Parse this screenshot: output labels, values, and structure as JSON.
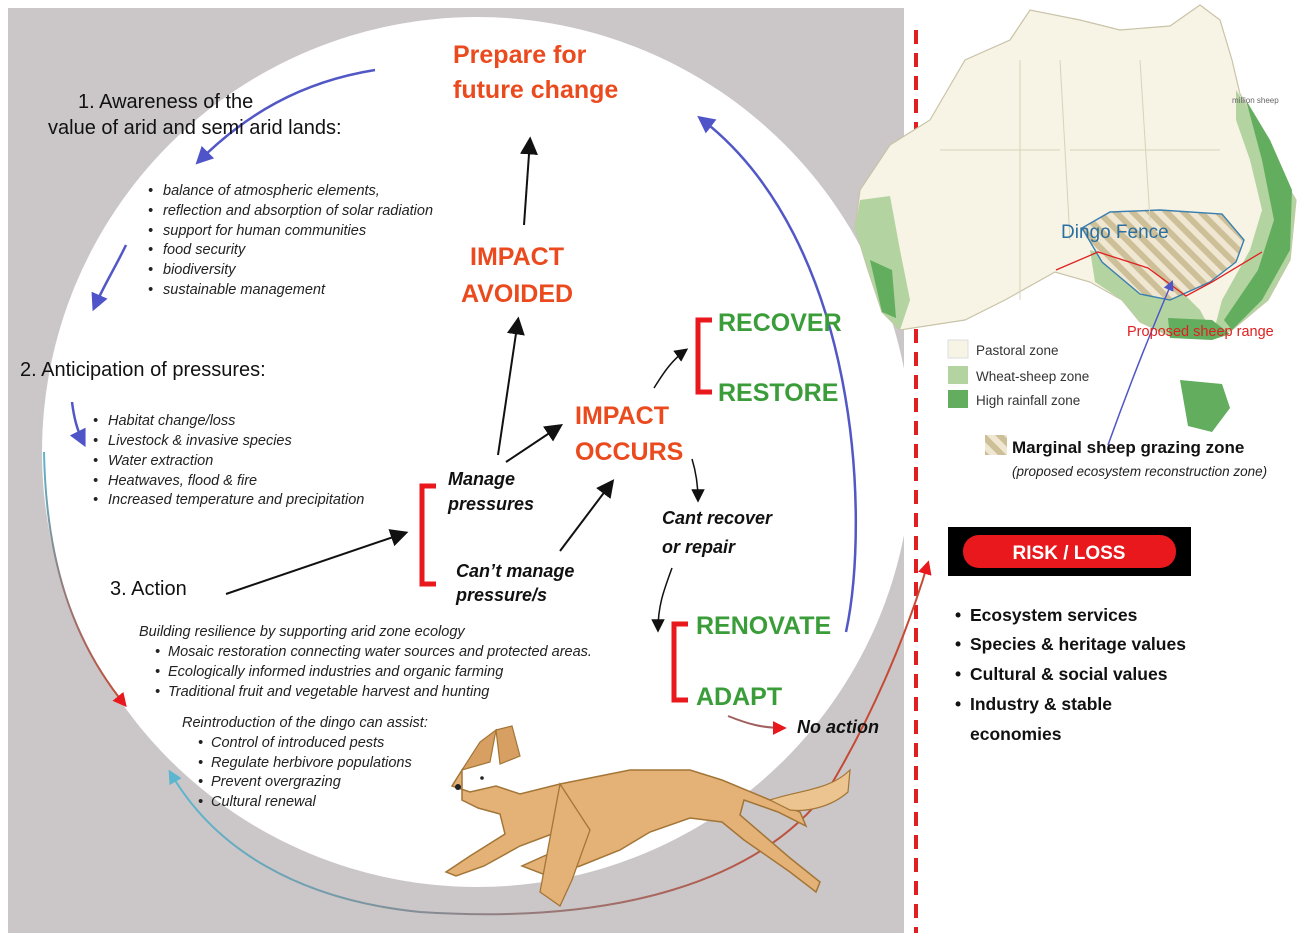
{
  "top_goal": [
    "Prepare for",
    "future change"
  ],
  "step1": {
    "title": [
      "1.  Awareness of the",
      "value of arid and semi arid lands:"
    ],
    "items": [
      "balance of atmospheric elements,",
      "reflection and absorption of solar radiation",
      "support for human communities",
      "food security",
      "biodiversity",
      "sustainable management"
    ]
  },
  "step2": {
    "title": "2.  Anticipation of pressures:",
    "items": [
      "Habitat change/loss",
      "Livestock & invasive species",
      "Water extraction",
      "Heatwaves, flood & fire",
      "Increased temperature and precipitation"
    ]
  },
  "step3": {
    "title": "3. Action",
    "intro": "Building resilience by supporting arid zone ecology",
    "items": [
      "Mosaic restoration connecting water sources and protected areas.",
      "Ecologically informed industries and organic farming",
      "Traditional fruit and vegetable harvest and hunting"
    ],
    "dingo_intro": "Reintroduction of the dingo can assist:",
    "dingo_items": [
      "Control of introduced pests",
      "Regulate herbivore populations",
      "Prevent overgrazing",
      "Cultural renewal"
    ]
  },
  "flow": {
    "impact_avoided": [
      "IMPACT",
      "AVOIDED"
    ],
    "impact_occurs": [
      "IMPACT",
      "OCCURS"
    ],
    "manage": [
      "Manage",
      "pressures"
    ],
    "cant_manage": [
      "Can’t manage",
      "pressure/s"
    ],
    "recover": "RECOVER",
    "restore": "RESTORE",
    "cant_recover": [
      "Cant recover",
      "or repair"
    ],
    "renovate": "RENOVATE",
    "adapt": "ADAPT",
    "no_action": "No action"
  },
  "map": {
    "dingo_fence": "Dingo Fence",
    "proposed_range": "Proposed sheep range",
    "corner_note": "million sheep",
    "legend": [
      {
        "label": "Pastoral zone",
        "color": "#f7f4e6"
      },
      {
        "label": "Wheat-sheep zone",
        "color": "#b3d3a0"
      },
      {
        "label": "High rainfall zone",
        "color": "#62ad5e"
      }
    ],
    "marginal": "Marginal sheep grazing zone",
    "marginal_sub": "(proposed ecosystem reconstruction zone)"
  },
  "risk": {
    "label": "RISK / LOSS",
    "items": [
      "Ecosystem services",
      "Species & heritage values",
      "Cultural & social values",
      "Industry & stable",
      "economies"
    ]
  },
  "colors": {
    "red": "#ea4a1d",
    "green": "#3a9d3a",
    "arrow_blue": "#5257c6",
    "bracket_red": "#e8181d",
    "bg_grey": "#cbc7c8"
  }
}
